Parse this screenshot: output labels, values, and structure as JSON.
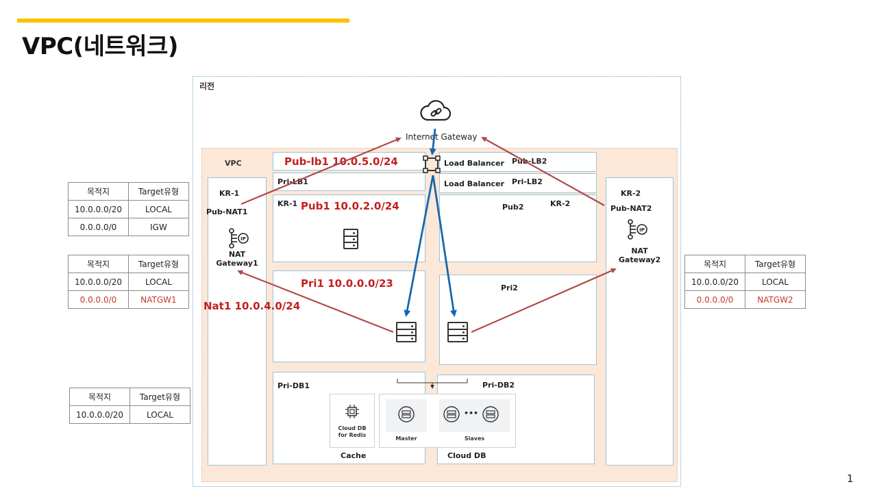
{
  "title": "VPC(네트워크)",
  "page_number": "1",
  "region_label": "리전",
  "vpc_label": "VPC",
  "internet_gateway_label": "Internet Gateway",
  "load_balancer_1": "Load Balancer",
  "load_balancer_2": "Load Balancer",
  "subnets": {
    "pub_lb1": "Pub-lb1 10.0.5.0/24",
    "pub_lb2": "Pub-LB2",
    "pri_lb1": "Pri-LB1",
    "pri_lb2": "Pri-LB2",
    "pub1": "Pub1 10.0.2.0/24",
    "pub1_zone": "KR-1",
    "pub2": "Pub2",
    "pub2_zone": "KR-2",
    "pri1": "Pri1 10.0.0.0/23",
    "pri2": "Pri2",
    "nat1": "Nat1 10.0.4.0/24",
    "pri_db1": "Pri-DB1",
    "pri_db2": "Pri-DB2"
  },
  "left_zone": {
    "zone": "KR-1",
    "subnet": "Pub-NAT1",
    "gateway_line1": "NAT",
    "gateway_line2": "Gateway1"
  },
  "right_zone": {
    "zone": "KR-2",
    "subnet": "Pub-NAT2",
    "gateway_line1": "NAT",
    "gateway_line2": "Gateway2"
  },
  "db": {
    "redis_line1": "Cloud DB",
    "redis_line2": "for Redis",
    "master": "Master",
    "slaves": "Slaves",
    "ellipsis": "•••",
    "cache_label": "Cache",
    "cloud_db_label": "Cloud DB"
  },
  "ip_badge": "IP",
  "route_tables": [
    {
      "header": [
        "목적지",
        "Target유형"
      ],
      "rows": [
        [
          "10.0.0.0/20",
          "LOCAL"
        ],
        [
          "0.0.0.0/0",
          "IGW"
        ]
      ]
    },
    {
      "header": [
        "목적지",
        "Target유형"
      ],
      "rows": [
        [
          "10.0.0.0/20",
          "LOCAL"
        ],
        [
          "0.0.0.0/0",
          "NATGW1"
        ]
      ]
    },
    {
      "header": [
        "목적지",
        "Target유형"
      ],
      "rows": [
        [
          "10.0.0.0/20",
          "LOCAL"
        ]
      ]
    },
    {
      "header": [
        "목적지",
        "Target유형"
      ],
      "rows": [
        [
          "10.0.0.0/20",
          "LOCAL"
        ],
        [
          "0.0.0.0/0",
          "NATGW2"
        ]
      ]
    }
  ],
  "colors": {
    "accent_bar": "#f5c400",
    "red_text": "#c41e1e",
    "red_arrow": "#b04a4a",
    "blue_arrow": "#1466b0",
    "vpc_fill": "#fbe8d9",
    "subnet_border": "#9bc3d6"
  }
}
